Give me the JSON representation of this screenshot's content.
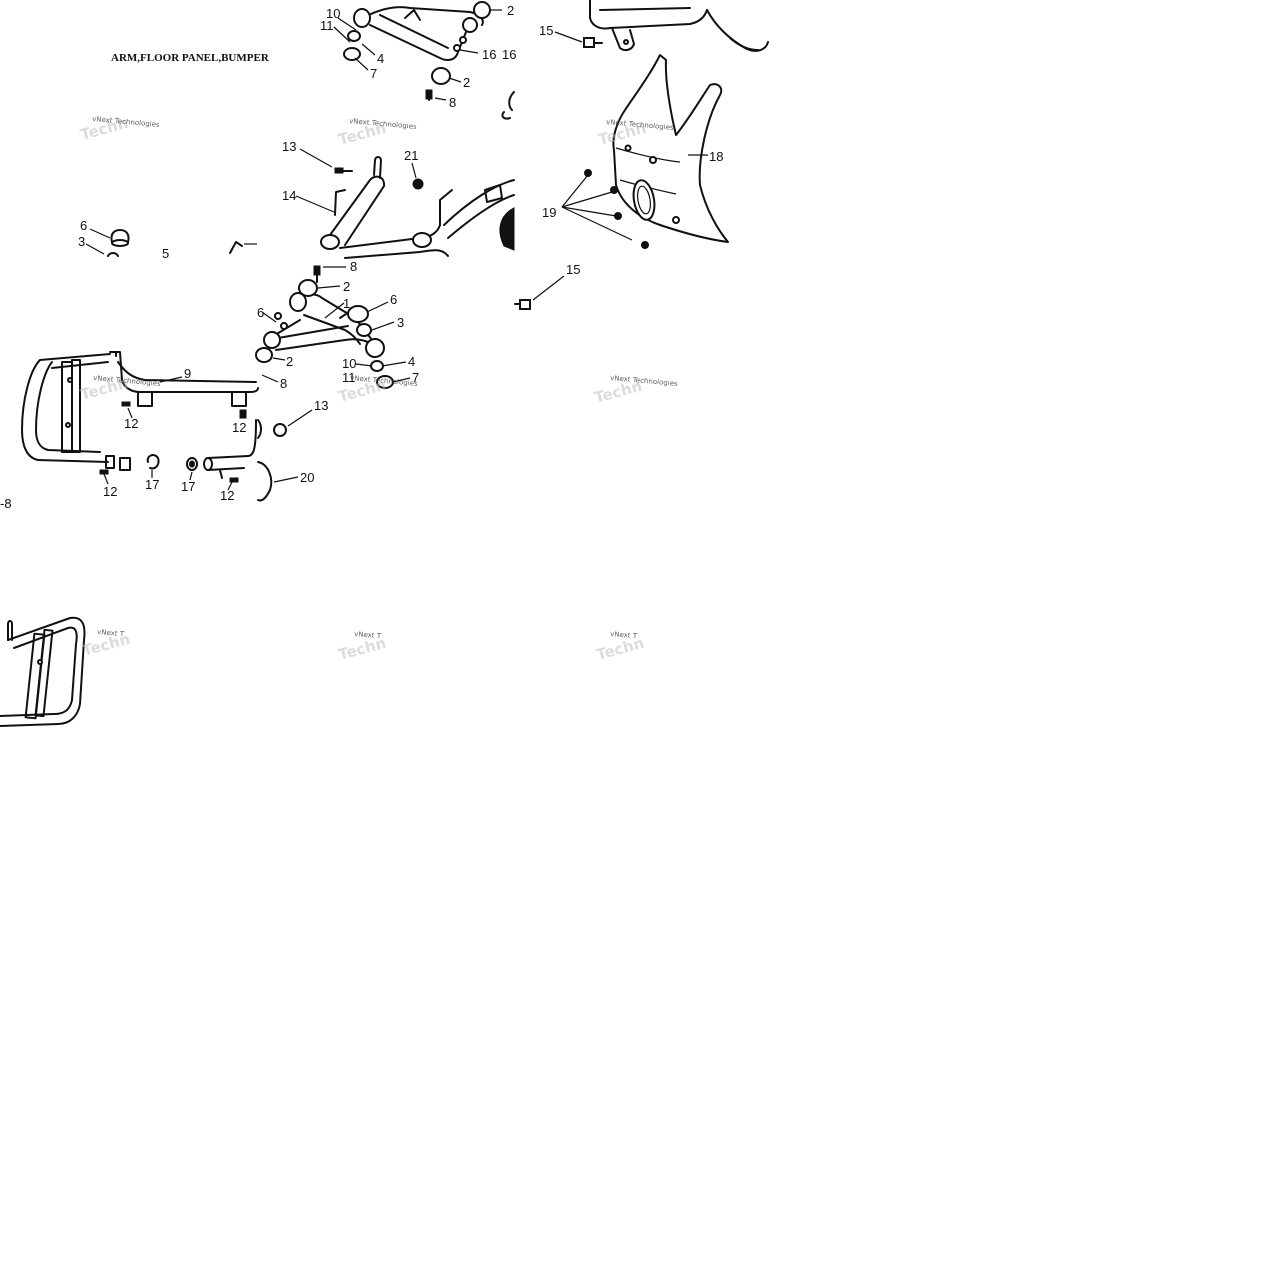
{
  "title": "ARM,FLOOR PANEL,BUMPER",
  "watermark": {
    "text": "vNext Technologies",
    "partial": "vNext T",
    "ghost": "Techn"
  },
  "callouts": {
    "p1_10": "10",
    "p1_11": "11",
    "p1_4": "4",
    "p1_7": "7",
    "p1_16a": "16",
    "p1_16b": "16",
    "p1_2a": "2",
    "p1_2b": "2",
    "p1_8": "8",
    "p1_15": "15",
    "p1_13": "13",
    "p1_14": "14",
    "p1_21": "21",
    "p1_18": "18",
    "p1_19": "19",
    "p1_6": "6",
    "p1_3": "3",
    "p1_5": "5",
    "p2_8a": "8",
    "p2_2a": "2",
    "p2_1": "1",
    "p2_6a": "6",
    "p2_6b": "6",
    "p2_3": "3",
    "p2_2b": "2",
    "p2_10": "10",
    "p2_4": "4",
    "p2_11": "11",
    "p2_7": "7",
    "p2_8b": "8",
    "p2_13": "13",
    "p2_20": "20",
    "p2_15": "15",
    "p2_9": "9",
    "p2_12a": "12",
    "p2_12b": "12",
    "p2_12c": "12",
    "p2_12d": "12",
    "p2_17a": "17",
    "p2_17b": "17",
    "p2_m8": "-8"
  }
}
